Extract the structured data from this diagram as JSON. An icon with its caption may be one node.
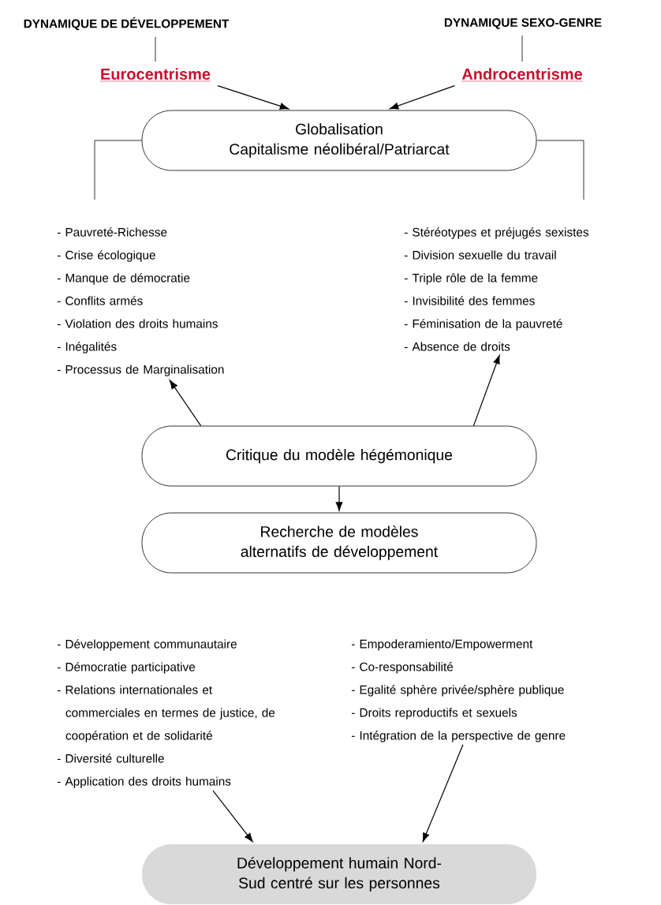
{
  "diagram": {
    "nodes": [
      {
        "text": [
          "DYNAMIQUE DE DÉVELOPPEMENT"
        ]
      },
      {
        "text": [
          "DYNAMIQUE SEXO-GENRE"
        ]
      },
      {
        "text": [
          "Eurocentrisme"
        ]
      },
      {
        "text": [
          "Androcentrisme"
        ]
      },
      {
        "text": [
          "Globalisation",
          "Capitalisme néolibéral/Patriarcat"
        ]
      },
      {
        "text": [
          "- Pauvreté-Richesse",
          "- Crise écologique",
          "- Manque de démocratie",
          "- Conflits armés",
          "- Violation des droits humains",
          "- Inégalités",
          "- Processus de Marginalisation"
        ]
      },
      {
        "text": [
          "- Stéréotypes et préjugés sexistes",
          "- Division sexuelle du travail",
          "- Triple rôle de la femme",
          "- Invisibilité des femmes",
          "- Féminisation de la pauvreté",
          "- Absence de droits"
        ]
      },
      {
        "text": [
          "Critique du modèle hégémonique"
        ]
      },
      {
        "text": [
          "Recherche de modèles alternatifs de développement"
        ]
      },
      {
        "text": [
          "- Développement communautaire",
          "- Démocratie participative",
          "- Relations internationales et commerciales en termes de justice, de coopération et de solidarité",
          "- Diversité culturelle",
          "- Application des droits humains"
        ]
      },
      {
        "text": [
          "- Empoderamiento/Empowerment",
          "- Co-responsabilité",
          "- Egalité sphère privée/sphère publique",
          "- Droits reproductifs et sexuels",
          "- Intégration de la perspective de genre"
        ]
      },
      {
        "text": [
          "Développement humain Nord-Sud centré sur les personnes"
        ]
      }
    ],
    "edges": [
      {
        "from": 0,
        "to": 2,
        "arrow": "none"
      },
      {
        "from": 1,
        "to": 3,
        "arrow": "none"
      },
      {
        "from": 2,
        "to": 4,
        "arrow": "to"
      },
      {
        "from": 3,
        "to": 4,
        "arrow": "to"
      },
      {
        "from": 4,
        "to": 5,
        "arrow": "none"
      },
      {
        "from": 4,
        "to": 6,
        "arrow": "none"
      },
      {
        "from": 7,
        "to": 5,
        "arrow": "to"
      },
      {
        "from": 7,
        "to": 6,
        "arrow": "to"
      },
      {
        "from": 7,
        "to": 8,
        "arrow": "to"
      },
      {
        "from": 9,
        "to": 11,
        "arrow": "to"
      },
      {
        "from": 10,
        "to": 11,
        "arrow": "to"
      }
    ]
  }
}
